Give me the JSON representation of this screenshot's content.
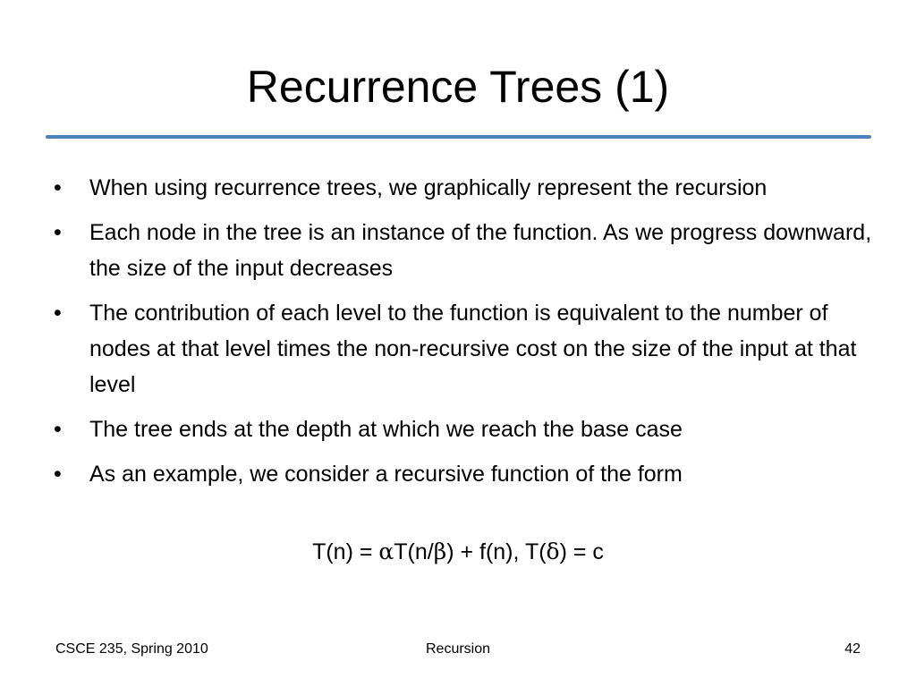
{
  "slide": {
    "title": "Recurrence Trees (1)",
    "bullets": [
      "When using recurrence trees, we graphically represent the recursion",
      "Each node in the tree is an instance of the function.  As we progress downward, the size of the input decreases",
      "The contribution of each level to the function is equivalent to the number of nodes at that level times the non-recursive cost on the size of the input at that level",
      "The tree ends at the depth at which we reach the base case",
      "As an example, we consider a recursive function of the form"
    ],
    "formula": {
      "part1": "T(n) = ",
      "alpha": "α",
      "part2": "T(n/",
      "beta": "β",
      "part3": ") + f(n),   T(",
      "delta": "δ",
      "part4": ") = c"
    },
    "bullet_symbol": "•",
    "accent_color": "#4f81bd"
  },
  "footer": {
    "left": "CSCE 235, Spring 2010",
    "center": "Recursion",
    "page_number": "42"
  }
}
